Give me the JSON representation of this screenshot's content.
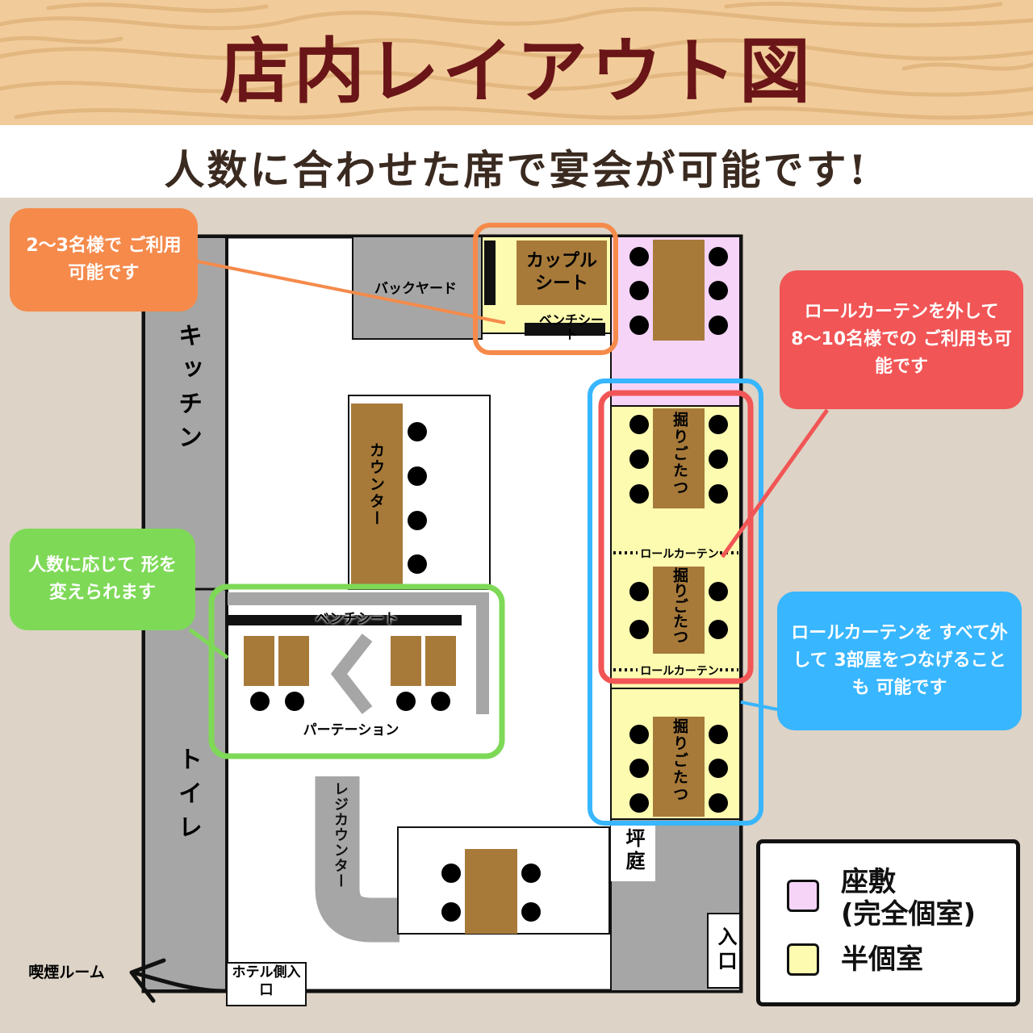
{
  "title": "店内レイアウト図",
  "subtitle": "人数に合わせた席で宴会が可能です!",
  "areas": {
    "kitchen": "キッチン",
    "toilet": "トイレ",
    "backyard": "バックヤード",
    "couple_seat": "カップルシート",
    "bench_seat_small": "ベンチシート",
    "counter": "カウンター",
    "bench_seat": "ベンチシート",
    "partition": "パーテーション",
    "register_counter": "レジカウンター",
    "horigotatsu": "掘りごたつ",
    "roll_curtain": "ロールカーテン",
    "tsuboniwa": "坪庭",
    "entrance": "入口",
    "hotel_entrance": "ホテル側入口",
    "smoking_room": "喫煙ルーム"
  },
  "callouts": {
    "couple": "2〜3名様で ご利用可能です",
    "red": "ロールカーテンを外して 8〜10名様での ご利用も可能です",
    "green": "人数に応じて 形を変えられます",
    "blue": "ロールカーテンを すべて外して 3部屋をつなげることも 可能です"
  },
  "legend": [
    {
      "label": "座敷\n(完全個室)",
      "color": "#f5d4f7"
    },
    {
      "label": "半個室",
      "color": "#fdfbb0"
    }
  ],
  "colors": {
    "orange": "#f58a4b",
    "red": "#f15555",
    "green": "#7ed957",
    "blue": "#38b6ff",
    "wood": "#a77a3a",
    "gray": "#a6a6a6"
  }
}
